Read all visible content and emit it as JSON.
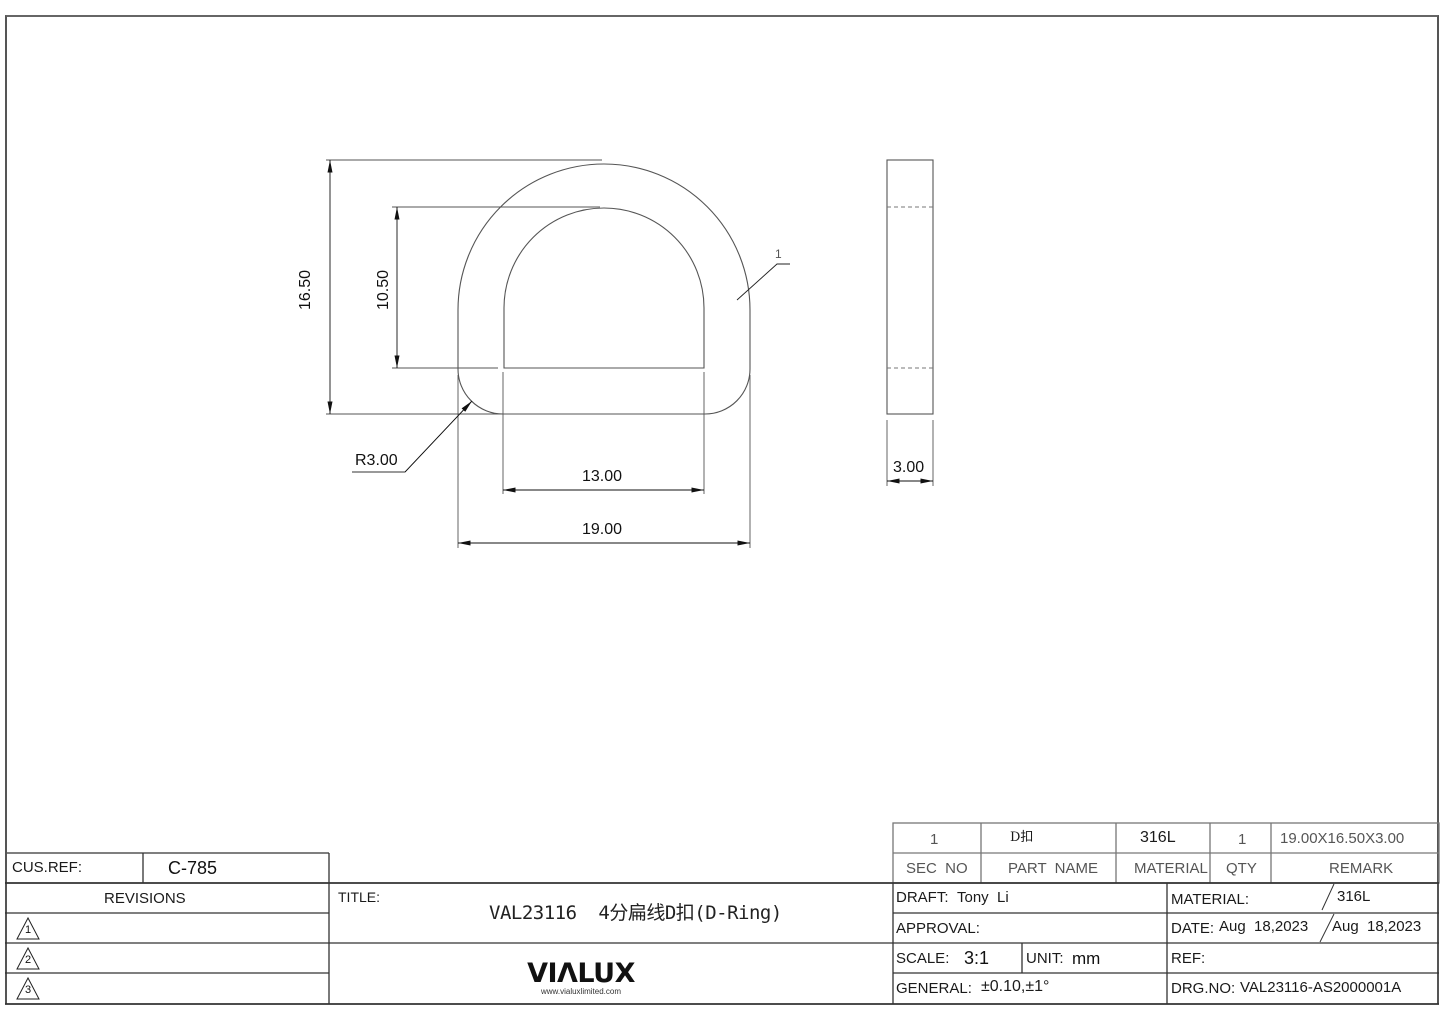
{
  "drawing": {
    "front_view": {
      "dimensions": {
        "overall_height": "16.50",
        "inner_height": "10.50",
        "inner_width": "13.00",
        "overall_width": "19.00",
        "corner_radius": "R3.00"
      },
      "balloon": "1"
    },
    "side_view": {
      "dimensions": {
        "thickness": "3.00"
      }
    }
  },
  "parts_list": {
    "headers": [
      "SEC  NO",
      "PART  NAME",
      "MATERIAL",
      "QTY",
      "REMARK"
    ],
    "rows": [
      {
        "sec_no": "1",
        "part_name": "D扣",
        "material": "316L",
        "qty": "1",
        "remark": "19.00X16.50X3.00"
      }
    ]
  },
  "title_block": {
    "cus_ref_label": "CUS.REF:",
    "cus_ref_value": "C-785",
    "revisions_label": "REVISIONS",
    "revisions": [
      "1",
      "2",
      "3"
    ],
    "title_label": "TITLE:",
    "title_value": "VAL23116  4分扁线D扣(D-Ring)",
    "logo": {
      "name": "VIΛLUX",
      "url": "www.vialuxlimited.com"
    },
    "draft_label": "DRAFT:",
    "draft_value": "Tony  Li",
    "approval_label": "APPROVAL:",
    "approval_value": "",
    "scale_label": "SCALE:",
    "scale_value": "3:1",
    "unit_label": "UNIT:",
    "unit_value": "mm",
    "general_label": "GENERAL:",
    "general_value": "±0.10,±1°",
    "material_label": "MATERIAL:",
    "material_value": "316L",
    "date_label": "DATE:",
    "date_value_1": "Aug  18,2023",
    "date_value_2": "Aug  18,2023",
    "ref_label": "REF:",
    "ref_value": "",
    "drg_no_label": "DRG.NO:",
    "drg_no_value": "VAL23116-AS2000001A"
  }
}
